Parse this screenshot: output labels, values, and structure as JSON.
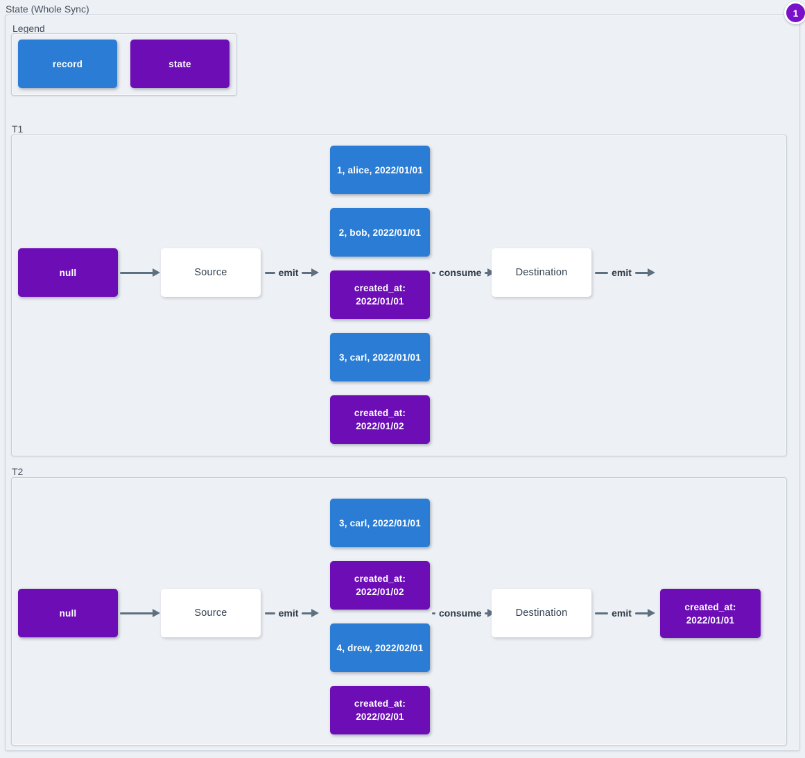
{
  "page": {
    "title": "State (Whole Sync)",
    "badge_count": "1",
    "background_color": "#edf0f4"
  },
  "colors": {
    "record_fill": "#2a7cd4",
    "state_fill": "#6d0db6",
    "plain_node_fill": "#ffffff",
    "arrow": "#5e6f80",
    "badge_fill": "#7a10c9",
    "container_border": "#c5ced8"
  },
  "legend": {
    "label": "Legend",
    "items": [
      {
        "type": "record",
        "label": "record"
      },
      {
        "type": "state",
        "label": "state"
      }
    ]
  },
  "sections": [
    {
      "label": "T1",
      "input_state": "null",
      "source_label": "Source",
      "emit_label": "emit",
      "consume_label": "consume",
      "destination_label": "Destination",
      "destination_emit_label": "emit",
      "queue": [
        {
          "type": "record",
          "label": "1, alice, 2022/01/01"
        },
        {
          "type": "record",
          "label": "2, bob, 2022/01/01"
        },
        {
          "type": "state",
          "label": "created_at:\n2022/01/01"
        },
        {
          "type": "record",
          "label": "3, carl, 2022/01/01"
        },
        {
          "type": "state",
          "label": "created_at:\n2022/01/02"
        }
      ]
    },
    {
      "label": "T2",
      "input_state": "null",
      "source_label": "Source",
      "emit_label": "emit",
      "consume_label": "consume",
      "destination_label": "Destination",
      "destination_emit_label": "emit",
      "queue": [
        {
          "type": "record",
          "label": "3, carl, 2022/01/01"
        },
        {
          "type": "state",
          "label": "created_at:\n2022/01/02"
        },
        {
          "type": "record",
          "label": "4, drew, 2022/02/01"
        },
        {
          "type": "state",
          "label": "created_at:\n2022/02/01"
        }
      ],
      "emitted_state": "created_at:\n2022/01/01"
    }
  ]
}
